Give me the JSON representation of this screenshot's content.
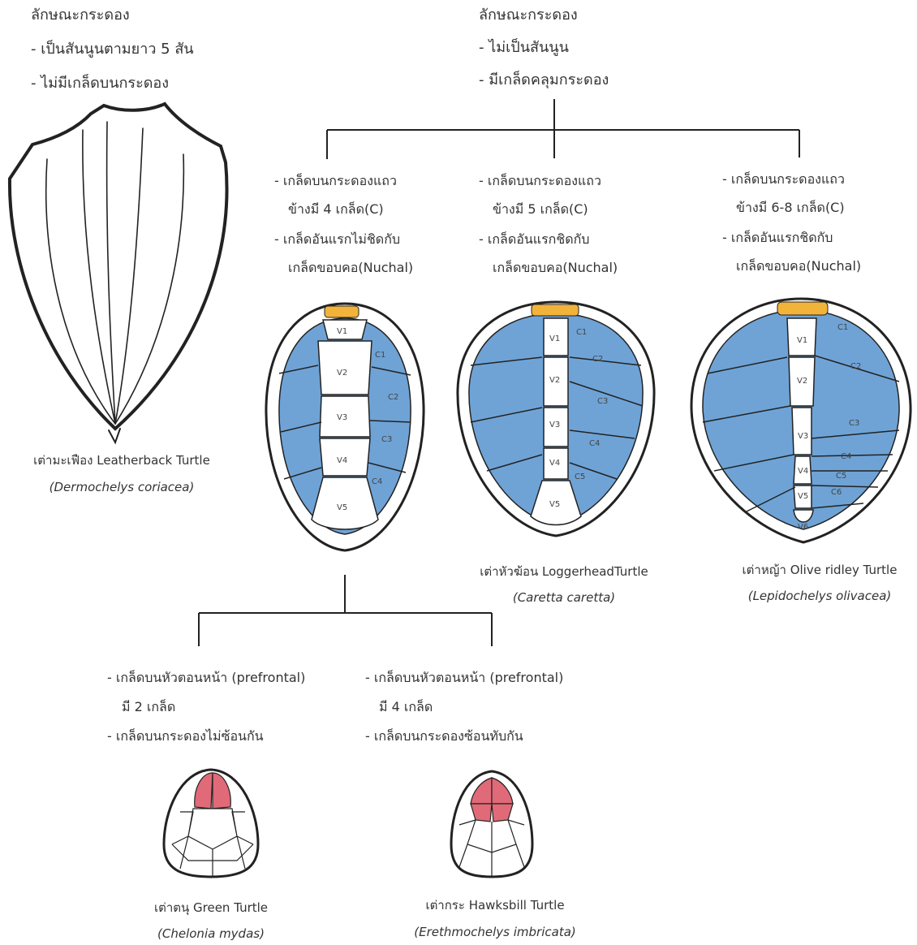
{
  "colors": {
    "scute_blue": "#6fa3d6",
    "nuchal": "#f2b33a",
    "prefrontal": "#e06a78",
    "line": "#222222"
  },
  "leatherback_group": {
    "heading": "ลักษณะกระดอง",
    "items": [
      "- เป็นสันนูนตามยาว 5 สัน",
      "- ไม่มีเกล็ดบนกระดอง"
    ],
    "caption_common": "เต่ามะเฟือง Leatherback Turtle",
    "caption_sci": "(Dermochelys coriacea)"
  },
  "scuted_group": {
    "heading": "ลักษณะกระดอง",
    "items": [
      "- ไม่เป็นสันนูน",
      "- มีเกล็ดคลุมกระดอง"
    ]
  },
  "branches": [
    {
      "lines": [
        "- เกล็ดบนกระดองแถว",
        "ข้างมี 4 เกล็ด(C)",
        "- เกล็ดอันแรกไม่ชิดกับ",
        "เกล็ดขอบคอ(Nuchal)"
      ],
      "vertebral_labels": [
        "V1",
        "V2",
        "V3",
        "V4",
        "V5"
      ],
      "costal_labels": [
        "C1",
        "C2",
        "C3",
        "C4"
      ]
    },
    {
      "lines": [
        "- เกล็ดบนกระดองแถว",
        "ข้างมี 5 เกล็ด(C)",
        "- เกล็ดอันแรกชิดกับ",
        "เกล็ดขอบคอ(Nuchal)"
      ],
      "vertebral_labels": [
        "V1",
        "V2",
        "V3",
        "V4",
        "V5"
      ],
      "costal_labels": [
        "C1",
        "C2",
        "C3",
        "C4",
        "C5"
      ],
      "caption_common": "เต่าหัวฆ้อน LoggerheadTurtle",
      "caption_sci": "(Caretta caretta)"
    },
    {
      "lines": [
        "- เกล็ดบนกระดองแถว",
        "ข้างมี 6-8 เกล็ด(C)",
        "- เกล็ดอันแรกชิดกับ",
        "เกล็ดขอบคอ(Nuchal)"
      ],
      "vertebral_labels": [
        "V1",
        "V2",
        "V3",
        "V4",
        "V5",
        "V6"
      ],
      "costal_labels": [
        "C1",
        "C2",
        "C3",
        "C4",
        "C5",
        "C6"
      ],
      "caption_common": "เต่าหญ้า Olive ridley Turtle",
      "caption_sci": "(Lepidochelys olivacea)"
    }
  ],
  "sub_branches": [
    {
      "lines": [
        "- เกล็ดบนหัวตอนหน้า (prefrontal)",
        "มี 2 เกล็ด",
        "- เกล็ดบนกระดองไม่ซ้อนกัน"
      ],
      "caption_common": "เต่าตนุ Green Turtle",
      "caption_sci": "(Chelonia mydas)"
    },
    {
      "lines": [
        "- เกล็ดบนหัวตอนหน้า (prefrontal)",
        "มี 4 เกล็ด",
        "- เกล็ดบนกระดองซ้อนทับกัน"
      ],
      "caption_common": "เต่ากระ Hawksbill Turtle",
      "caption_sci": "(Erethmochelys imbricata)"
    }
  ]
}
